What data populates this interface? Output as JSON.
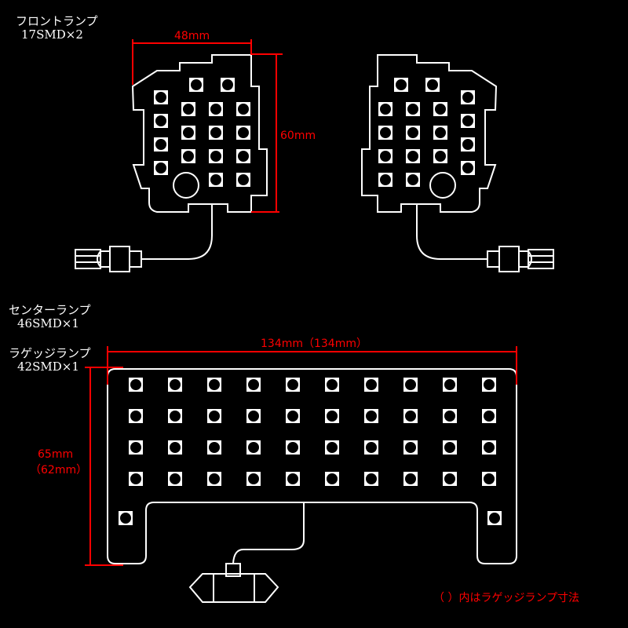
{
  "front_lamp": {
    "title": "フロントランプ",
    "spec": "17SMD×2",
    "width_label": "48mm",
    "height_label": "60mm",
    "led_count": 17
  },
  "center_lamp": {
    "title": "センターランプ",
    "spec": "46SMD×1"
  },
  "luggage_lamp": {
    "title": "ラゲッジランプ",
    "spec": "42SMD×1",
    "led_count": 42
  },
  "rear_dims": {
    "width_label": "134mm（134mm）",
    "height_label": "65mm",
    "height_label_alt": "（62mm）"
  },
  "footnote": "（ ）内はラゲッジランプ寸法",
  "colors": {
    "dimension": "#ff0000",
    "outline": "#ffffff",
    "background": "#000000"
  }
}
